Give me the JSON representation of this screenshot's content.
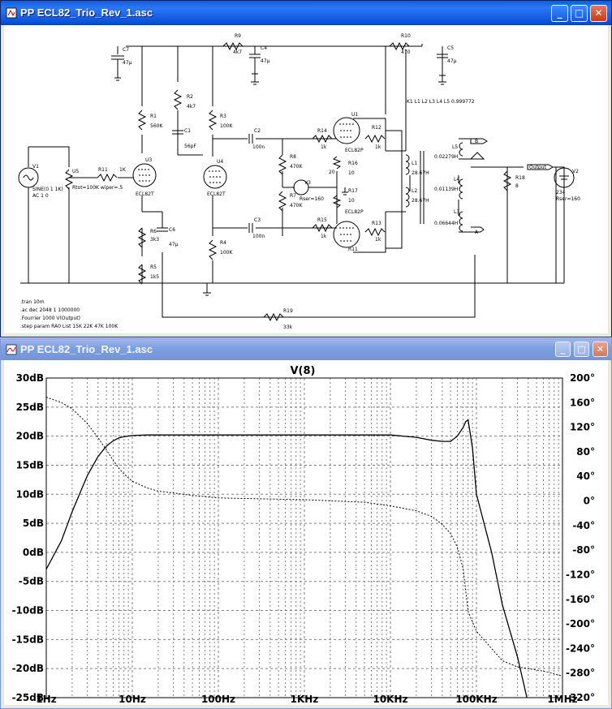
{
  "schematic_window": {
    "title": "PP ECL82_Trio_Rev_1.asc",
    "buttons": {
      "minimize": "_",
      "maximize": "□",
      "close": "✕"
    },
    "components": [
      {
        "ref": "R9",
        "value": "4k7"
      },
      {
        "ref": "R10",
        "value": "470"
      },
      {
        "ref": "C7",
        "value": "47µ"
      },
      {
        "ref": "C4",
        "value": "47µ"
      },
      {
        "ref": "C5",
        "value": "47µ"
      },
      {
        "ref": "R2",
        "value": "4k7"
      },
      {
        "ref": "R1",
        "value": "560K"
      },
      {
        "ref": "C1",
        "value": "56pF"
      },
      {
        "ref": "R3",
        "value": "100K"
      },
      {
        "ref": "C2",
        "value": "100n"
      },
      {
        "ref": "R14",
        "value": "1k"
      },
      {
        "ref": "R12",
        "value": "1k"
      },
      {
        "ref": "U1",
        "value": "ECL82P"
      },
      {
        "ref": "R8",
        "value": "470K"
      },
      {
        "ref": "V3",
        "value": "20"
      },
      {
        "ref": "R16",
        "value": "10"
      },
      {
        "ref": "R17",
        "value": "10"
      },
      {
        "ref": "R7",
        "value": "470K"
      },
      {
        "ref": "C3",
        "value": "100n"
      },
      {
        "ref": "R15",
        "value": "1k"
      },
      {
        "ref": "R13",
        "value": "1k"
      },
      {
        "ref": "U2",
        "value": "ECL82P"
      },
      {
        "ref": "R11",
        "value": "1K"
      },
      {
        "ref": "U3",
        "value": "ECL82T"
      },
      {
        "ref": "U4",
        "value": "ECL82T"
      },
      {
        "ref": "R6",
        "value": "3k3"
      },
      {
        "ref": "C6",
        "value": "47µ"
      },
      {
        "ref": "R5",
        "value": "1k5"
      },
      {
        "ref": "R4",
        "value": "100K"
      },
      {
        "ref": "R19",
        "value": "33k"
      },
      {
        "ref": "L1",
        "value": "28.67H"
      },
      {
        "ref": "L2",
        "value": "28.67H"
      },
      {
        "ref": "L5",
        "value": "0.02279H"
      },
      {
        "ref": "L4",
        "value": "0.01139H"
      },
      {
        "ref": "L3",
        "value": "0.06644H"
      },
      {
        "ref": "R18",
        "value": "8"
      },
      {
        "ref": "V2",
        "value": "234"
      }
    ],
    "labels": {
      "u5": "U5",
      "u5_value": "Rtot=100K wiper=.5",
      "v1": "V1",
      "v1_value": "SINE(0 1 1K)",
      "v1_ac": "AC 1 0",
      "v3_rser": "Rser=160",
      "v2_rser": "Rser=160",
      "coupling": "K1 L1 L2 L3 L4 L5 0.999772",
      "net_b": "B",
      "net_output": "Output",
      "net_a": "A"
    },
    "directives": [
      ".tran 10m",
      ".ac dec 2048 1 1000000",
      ".Fourrier 1000 V(Output)",
      ".step param RA0 List 15K 22K 47K 100K"
    ]
  },
  "plot_window": {
    "title": "PP ECL82_Trio_Rev_1.asc",
    "buttons": {
      "minimize": "_",
      "maximize": "□",
      "close": "✕"
    }
  },
  "chart_data": {
    "type": "line",
    "title": "V(8)",
    "x_scale": "log",
    "xlim": [
      1,
      1000000
    ],
    "x_tick_labels": [
      "1Hz",
      "10Hz",
      "100Hz",
      "1KHz",
      "10KHz",
      "100KHz",
      "1MHz"
    ],
    "ylim_left": [
      -25,
      30
    ],
    "y_left_ticks": [
      30,
      25,
      20,
      15,
      10,
      5,
      0,
      -5,
      -10,
      -15,
      -20,
      -25
    ],
    "y_left_tick_labels": [
      "30dB",
      "25dB",
      "20dB",
      "15dB",
      "10dB",
      "5dB",
      "0dB",
      "-5dB",
      "-10dB",
      "-15dB",
      "-20dB",
      "-25dB"
    ],
    "ylim_right": [
      -320,
      200
    ],
    "y_right_ticks": [
      200,
      160,
      120,
      80,
      40,
      0,
      -40,
      -80,
      -120,
      -160,
      -200,
      -240,
      -280,
      -320
    ],
    "y_right_tick_labels": [
      "200°",
      "160°",
      "120°",
      "80°",
      "40°",
      "0°",
      "-40°",
      "-80°",
      "-120°",
      "-160°",
      "-200°",
      "-240°",
      "-280°",
      "-320°"
    ],
    "grid": true,
    "series": [
      {
        "axis": "left",
        "style": "solid",
        "x": [
          1,
          1.5,
          2,
          3,
          4,
          5,
          6,
          7,
          8,
          10,
          15,
          20,
          50,
          100,
          1000,
          10000,
          20000,
          30000,
          40000,
          50000,
          60000,
          70000,
          75000,
          80000,
          90000,
          100000,
          150000,
          200000,
          300000,
          400000
        ],
        "y": [
          -2.9,
          2,
          7,
          13.2,
          16.5,
          18.3,
          19.2,
          19.7,
          19.9,
          20.1,
          20.2,
          20.2,
          20.2,
          20.2,
          20.2,
          20.2,
          19.8,
          19.3,
          19.1,
          19.1,
          20,
          21.5,
          22.5,
          22.8,
          18,
          10,
          0,
          -9,
          -18,
          -26
        ]
      },
      {
        "axis": "right",
        "style": "dotted",
        "x": [
          1,
          1.5,
          2,
          3,
          4,
          5,
          6,
          7,
          8,
          10,
          15,
          20,
          50,
          100,
          1000,
          5000,
          10000,
          20000,
          30000,
          40000,
          50000,
          60000,
          70000,
          80000,
          100000,
          150000,
          200000,
          300000,
          500000,
          700000,
          1000000
        ],
        "y": [
          169,
          160,
          150,
          126,
          103,
          83,
          66,
          53,
          44,
          32,
          21,
          16,
          9,
          5,
          2,
          -2,
          -8,
          -16,
          -25,
          -38,
          -53,
          -75,
          -110,
          -180,
          -212,
          -240,
          -260,
          -270,
          -275,
          -279,
          -285
        ]
      }
    ]
  }
}
